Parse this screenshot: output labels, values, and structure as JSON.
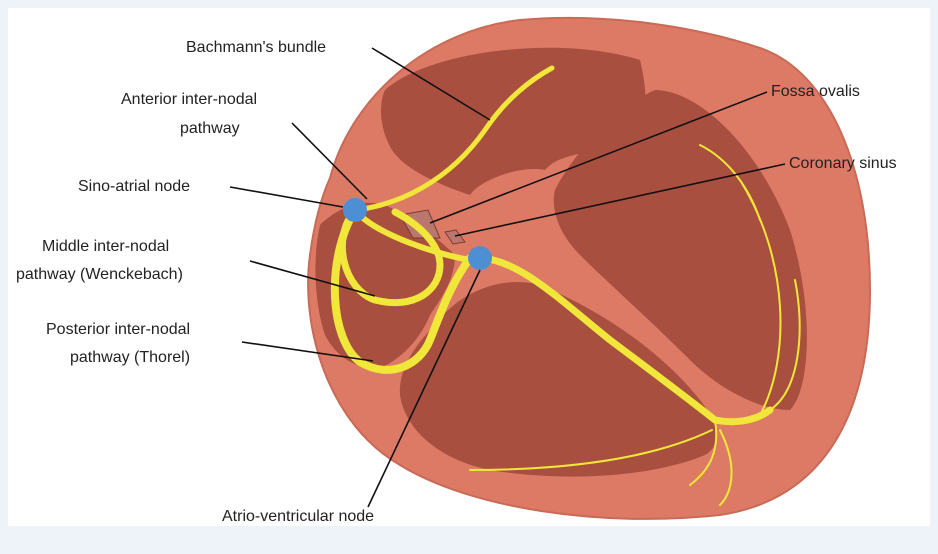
{
  "labels": {
    "bachmann": "Bachmann's bundle",
    "anterior_1": "Anterior inter-nodal",
    "anterior_2": "pathway",
    "fossa": "Fossa ovalis",
    "sinoatrial": "Sino-atrial node",
    "coronary": "Coronary sinus",
    "middle_1": "Middle inter-nodal",
    "middle_2": "pathway (Wenckebach)",
    "posterior_1": "Posterior inter-nodal",
    "posterior_2": "pathway (Thorel)",
    "av_node": "Atrio-ventricular node"
  },
  "colors": {
    "heart_wall": "#dd7a66",
    "chamber": "#a94f3f",
    "pathway": "#f1e63a",
    "node": "#4e8fd4",
    "fossa": "#b9776e",
    "background": "#eef3f9"
  }
}
